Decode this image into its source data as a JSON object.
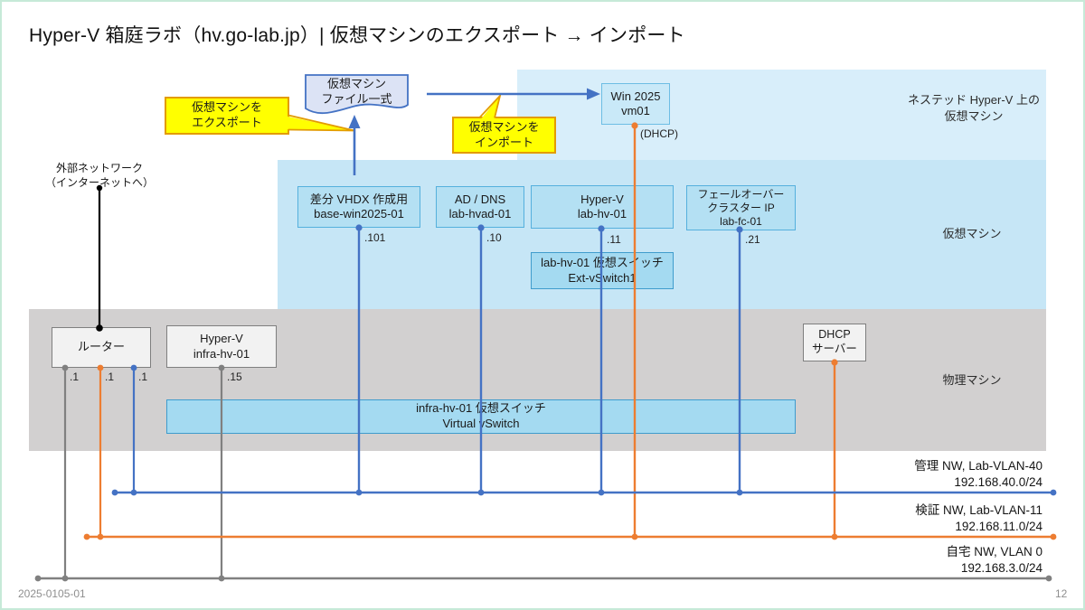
{
  "slide": {
    "title": "Hyper-V 箱庭ラボ（hv.go-lab.jp）| 仮想マシンのエクスポート → インポート",
    "date": "2025-0105-01",
    "page_number": "12"
  },
  "zones": {
    "nested": {
      "label_line1": "ネステッド Hyper-V 上の",
      "label_line2": "仮想マシン"
    },
    "vm": {
      "label": "仮想マシン"
    },
    "physical": {
      "label": "物理マシン"
    }
  },
  "callouts": {
    "export": {
      "line1": "仮想マシンを",
      "line2": "エクスポート"
    },
    "import": {
      "line1": "仮想マシンを",
      "line2": "インポート"
    }
  },
  "external_network": {
    "line1": "外部ネットワーク",
    "line2": "（インターネットへ）"
  },
  "nodes": {
    "vm_files": {
      "line1": "仮想マシン",
      "line2": "ファイル一式"
    },
    "win_vm": {
      "line1": "Win 2025",
      "line2": "vm01",
      "note": "(DHCP)"
    },
    "base_vm": {
      "line1": "差分 VHDX 作成用",
      "line2": "base-win2025-01",
      "ip": ".101"
    },
    "ad_vm": {
      "line1": "AD / DNS",
      "line2": "lab-hvad-01",
      "ip": ".10"
    },
    "hv_vm": {
      "line1": "Hyper-V",
      "line2": "lab-hv-01",
      "ip": ".11"
    },
    "fc_vm": {
      "line1": "フェールオーバー",
      "line2": "クラスター IP",
      "line3": "lab-fc-01",
      "ip": ".21"
    },
    "ext_vswitch": {
      "line1": "lab-hv-01 仮想スイッチ",
      "line2": "Ext-vSwitch1"
    },
    "infra_vswitch": {
      "line1": "infra-hv-01 仮想スイッチ",
      "line2": "Virtual vSwitch"
    },
    "router": {
      "label": "ルーター",
      "ips": [
        ".1",
        ".1",
        ".1"
      ]
    },
    "infra_hv": {
      "line1": "Hyper-V",
      "line2": "infra-hv-01",
      "ip": ".15"
    },
    "dhcp_server": {
      "line1": "DHCP",
      "line2": "サーバー"
    }
  },
  "networks": [
    {
      "name": "管理 NW, Lab-VLAN-40",
      "subnet": "192.168.40.0/24",
      "color": "#4472c4"
    },
    {
      "name": "検証 NW, Lab-VLAN-11",
      "subnet": "192.168.11.0/24",
      "color": "#ed7d31"
    },
    {
      "name": "自宅 NW, VLAN 0",
      "subnet": "192.168.3.0/24",
      "color": "#808080"
    }
  ],
  "colors": {
    "accent_blue": "#4472c4",
    "accent_orange": "#ed7d31",
    "line_gray": "#808080",
    "line_black": "#000000",
    "callout_yellow": "#ffff00",
    "callout_border": "#e39b00",
    "zone_nested": "#d8eefa",
    "zone_vm": "#c6e6f6",
    "zone_physical": "#d2d0d0",
    "vm_box_fill": "#b4e0f3",
    "switch_fill": "#a4daf1",
    "document_fill": "#dce3f5"
  }
}
